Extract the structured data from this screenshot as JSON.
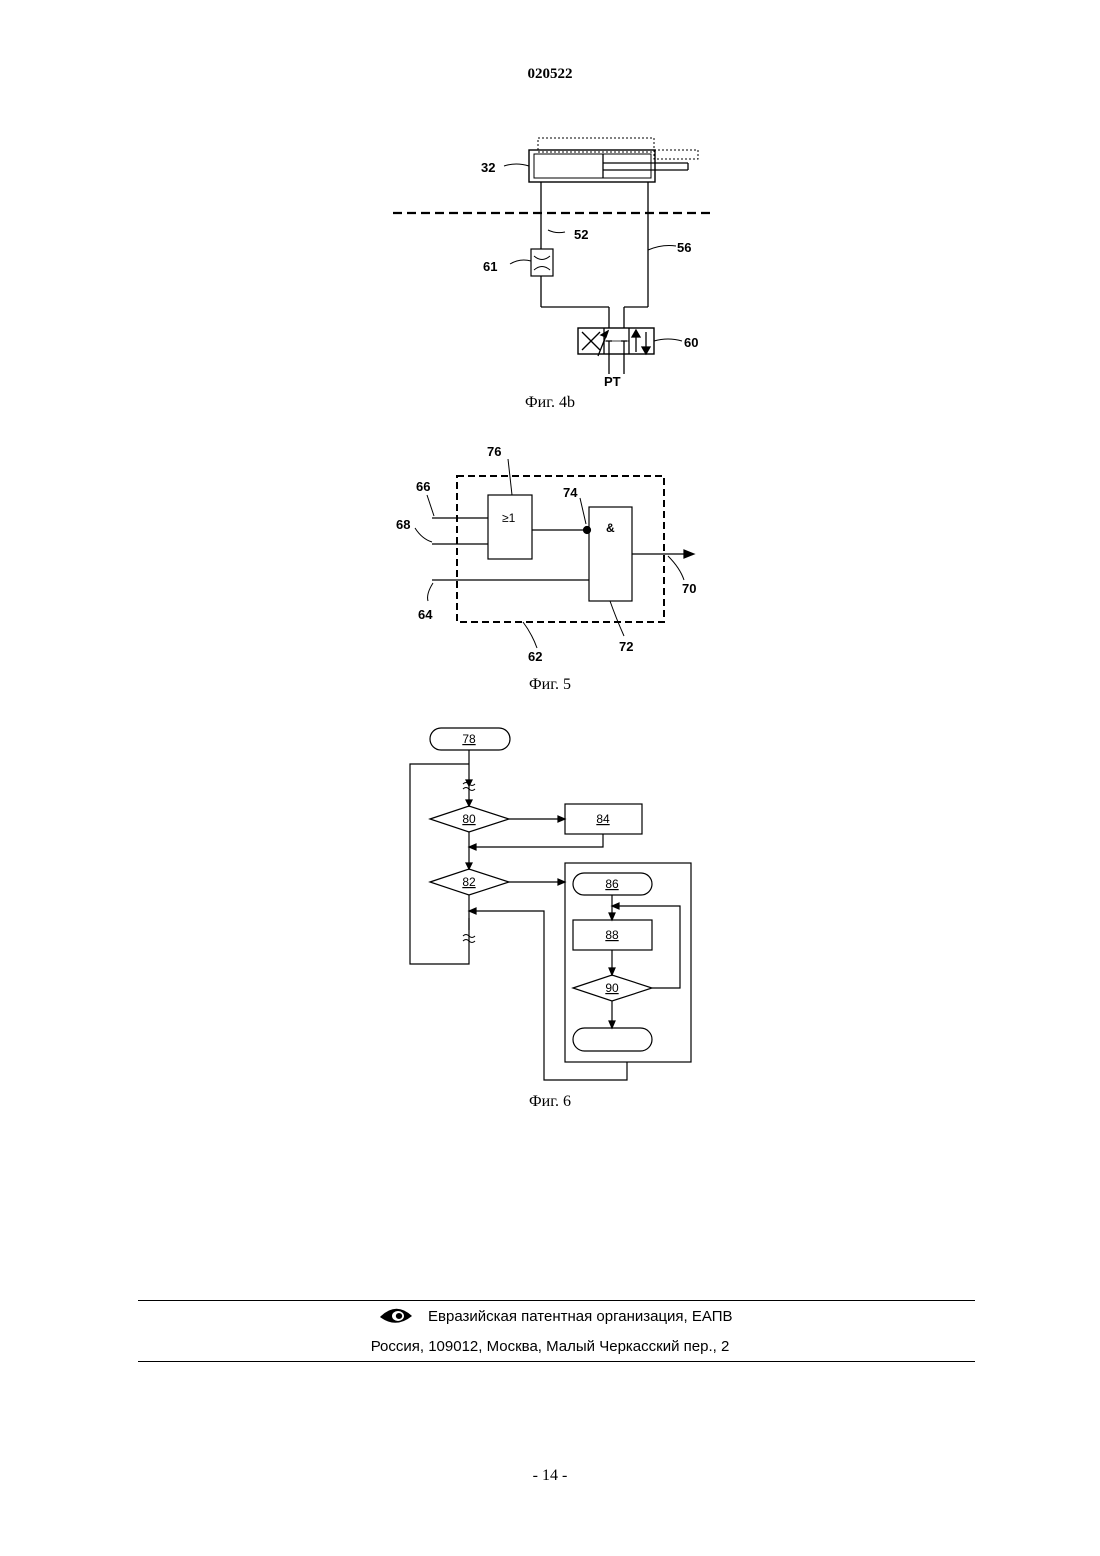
{
  "header": {
    "doc_number": "020522"
  },
  "fig4b": {
    "caption": "Фиг. 4b",
    "labels": {
      "l32": "32",
      "l52": "52",
      "l56": "56",
      "l61": "61",
      "l60": "60",
      "lPT": "PT"
    }
  },
  "fig5": {
    "caption": "Фиг. 5",
    "labels": {
      "l76": "76",
      "l74": "74",
      "l66": "66",
      "l68": "68",
      "l64": "64",
      "l70": "70",
      "l62": "62",
      "l72": "72",
      "or_gate": "≥1",
      "and_gate": "&"
    }
  },
  "fig6": {
    "caption": "Фиг. 6",
    "labels": {
      "l78": "78",
      "l80": "80",
      "l84": "84",
      "l82": "82",
      "l86": "86",
      "l88": "88",
      "l90": "90"
    }
  },
  "footer": {
    "org": "Евразийская патентная организация, ЕАПВ",
    "address": "Россия, 109012, Москва, Малый Черкасский пер., 2",
    "logo_icon": "eapo-logo-icon"
  },
  "page_number": "- 14 -"
}
